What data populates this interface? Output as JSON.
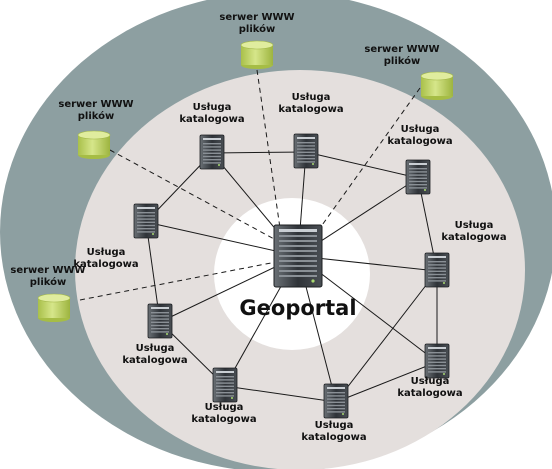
{
  "center": {
    "label": "Geoportal",
    "icon": "server-icon"
  },
  "catalog_label": [
    "Usługa",
    "katalogowa"
  ],
  "file_server_label": [
    "serwer WWW",
    "plików"
  ],
  "colors": {
    "outer_ring": "#8d9fa1",
    "inner_ring": "#e4dfdd",
    "center_disk": "#ffffff",
    "file_server_fill": "#c4d86b",
    "server_body": "#3c4146",
    "connector": "#1a1a1a"
  }
}
